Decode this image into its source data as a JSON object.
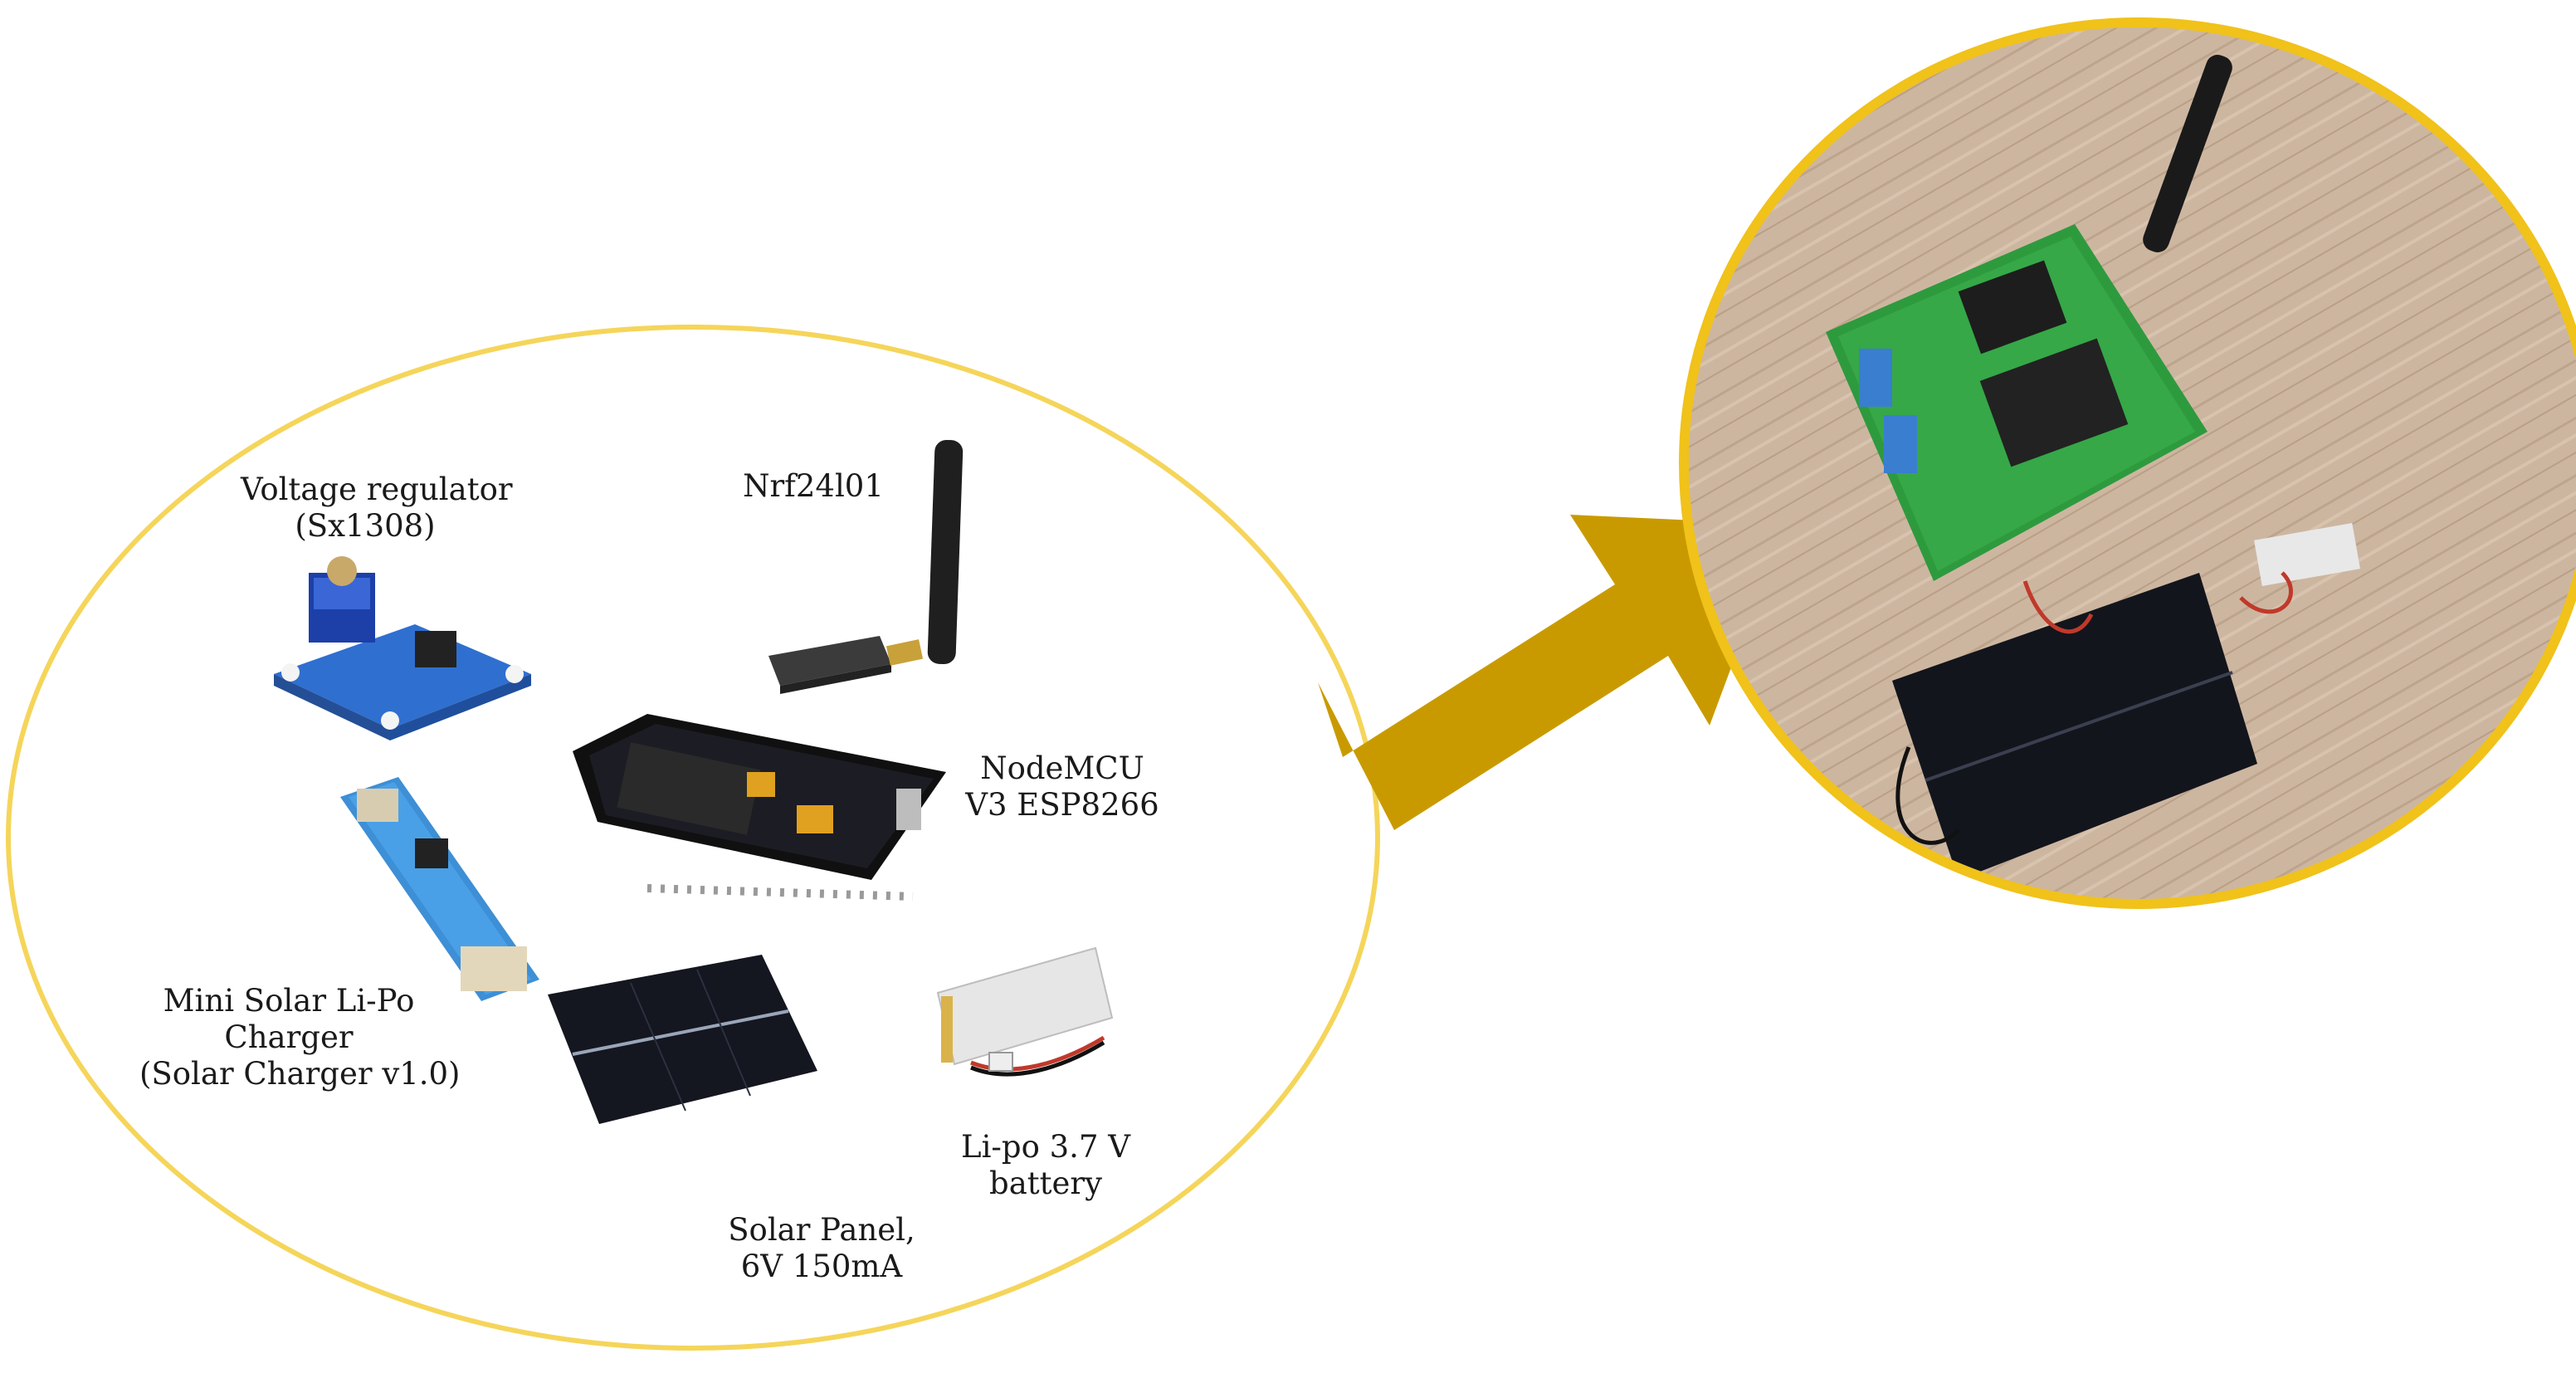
{
  "colors": {
    "ellipse_outline": "#f5d55a",
    "circle_outline": "#f0c21a",
    "arrow": "#c99a00",
    "wood": "#c9b29c",
    "pcb": "#2e9a3e"
  },
  "components": {
    "voltage_regulator": [
      "Voltage regulator",
      "(Sx1308)"
    ],
    "nrf": [
      "Nrf24l01"
    ],
    "nodemcu": [
      "NodeMCU",
      "V3 ESP8266"
    ],
    "solar_charger": [
      "Mini Solar Li-Po",
      "Charger",
      "(Solar Charger v1.0)"
    ],
    "solar_panel": [
      "Solar Panel,",
      "6V 150mA"
    ],
    "battery": [
      "Li-po 3.7 V",
      "battery"
    ]
  }
}
